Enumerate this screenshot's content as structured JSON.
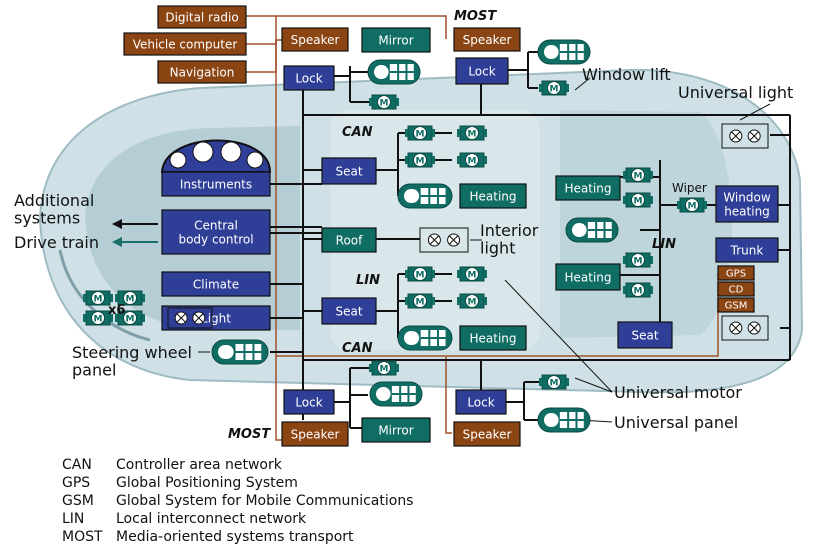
{
  "colors": {
    "most_box": "#8b4513",
    "blue_box": "#2f3f97",
    "teal_box": "#0f6d64",
    "wire": "#111111",
    "most_wire": "#a0522d",
    "car_body": "#c9dde3",
    "car_dark": "#8fb0ba"
  },
  "bus_labels": {
    "most_top": "MOST",
    "most_bottom": "MOST",
    "can_top": "CAN",
    "can_bottom": "CAN",
    "lin_left": "LIN",
    "lin_right": "LIN"
  },
  "most_boxes": {
    "digital_radio": "Digital radio",
    "vehicle_computer": "Vehicle computer",
    "navigation": "Navigation",
    "speaker_top_left": "Speaker",
    "speaker_top_right": "Speaker",
    "speaker_bottom_left": "Speaker",
    "speaker_bottom_right": "Speaker",
    "gps": "GPS",
    "cd": "CD",
    "gsm": "GSM"
  },
  "blue_boxes": {
    "instruments": "Instruments",
    "central_body_control": "Central body control",
    "climate": "Climate",
    "light": "Light",
    "lock_top_left": "Lock",
    "lock_top_right": "Lock",
    "lock_bottom_left": "Lock",
    "lock_bottom_right": "Lock",
    "seat_front": "Seat",
    "seat_mid": "Seat",
    "seat_rear": "Seat",
    "window_heating": "Window heating",
    "trunk": "Trunk"
  },
  "teal_boxes": {
    "mirror_top": "Mirror",
    "mirror_bottom": "Mirror",
    "roof": "Roof",
    "heating_top": "Heating",
    "heating_bottom": "Heating",
    "heating_right_top": "Heating",
    "heating_right_bottom": "Heating"
  },
  "callouts": {
    "window_lift": "Window lift",
    "universal_light": "Universal light",
    "interior_light": "Interior light",
    "wiper": "Wiper",
    "additional_systems": "Additional systems",
    "drive_train": "Drive train",
    "steering_wheel_panel": "Steering wheel panel",
    "universal_motor": "Universal motor",
    "universal_panel": "Universal panel",
    "motor_multiplier": "x6"
  },
  "icons": {
    "motor": "M",
    "lamp": "lamp-icon",
    "panel": "panel-icon"
  },
  "legend": [
    {
      "abbr": "CAN",
      "desc": "Controller area network"
    },
    {
      "abbr": "GPS",
      "desc": "Global Positioning System"
    },
    {
      "abbr": "GSM",
      "desc": "Global System for Mobile Communications"
    },
    {
      "abbr": "LIN",
      "desc": "Local interconnect network"
    },
    {
      "abbr": "MOST",
      "desc": "Media-oriented systems transport"
    }
  ]
}
